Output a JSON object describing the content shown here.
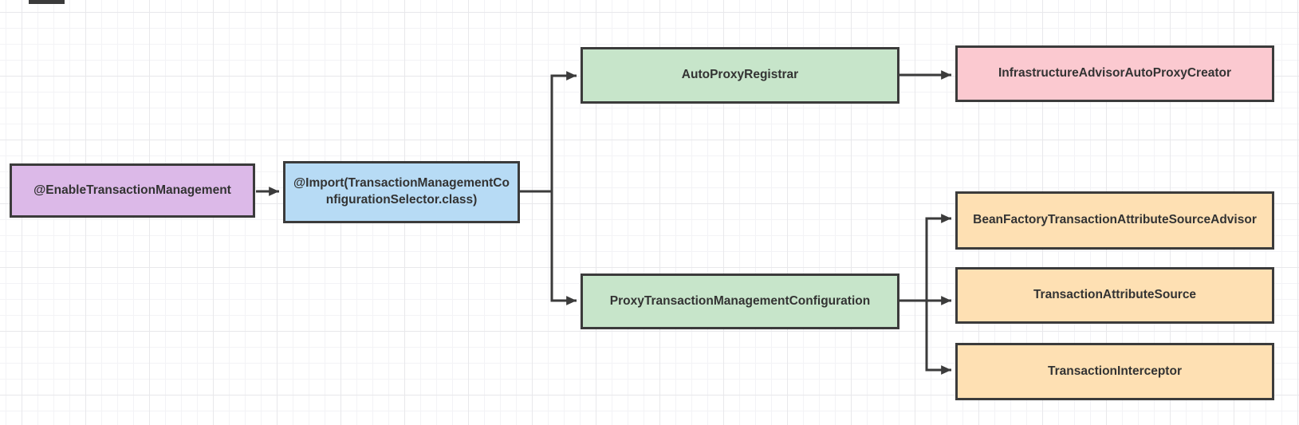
{
  "canvas": {
    "background_color": "#ffffff",
    "grid_minor_color": "#f3f3f6",
    "grid_major_color": "#e8e8eb"
  },
  "diagram": {
    "edge_color": "#3b3b3b",
    "node_border_color": "#3b3b3b",
    "text_color": "#333333",
    "nodes": {
      "enable_tx": {
        "label": "@EnableTransactionManagement",
        "fill": "#dcb9e8"
      },
      "import_selector": {
        "label": "@Import(TransactionManagementConfigurationSelector.class)",
        "fill": "#b7dbf5"
      },
      "auto_proxy_registrar": {
        "label": "AutoProxyRegistrar",
        "fill": "#c7e5ca"
      },
      "infra_advisor_auto_proxy_creator": {
        "label": "InfrastructureAdvisorAutoProxyCreator",
        "fill": "#fbc9d0"
      },
      "proxy_tx_management_config": {
        "label": "ProxyTransactionManagementConfiguration",
        "fill": "#c7e5ca"
      },
      "bean_factory_tx_attr_source_advisor": {
        "label": "BeanFactoryTransactionAttributeSourceAdvisor",
        "fill": "#fee0b3"
      },
      "tx_attribute_source": {
        "label": "TransactionAttributeSource",
        "fill": "#fee0b3"
      },
      "tx_interceptor": {
        "label": "TransactionInterceptor",
        "fill": "#fee0b3"
      }
    },
    "edges": [
      {
        "from": "enable_tx",
        "to": "import_selector"
      },
      {
        "from": "import_selector",
        "to": "auto_proxy_registrar"
      },
      {
        "from": "import_selector",
        "to": "proxy_tx_management_config"
      },
      {
        "from": "auto_proxy_registrar",
        "to": "infra_advisor_auto_proxy_creator"
      },
      {
        "from": "proxy_tx_management_config",
        "to": "bean_factory_tx_attr_source_advisor"
      },
      {
        "from": "proxy_tx_management_config",
        "to": "tx_attribute_source"
      },
      {
        "from": "proxy_tx_management_config",
        "to": "tx_interceptor"
      }
    ]
  }
}
